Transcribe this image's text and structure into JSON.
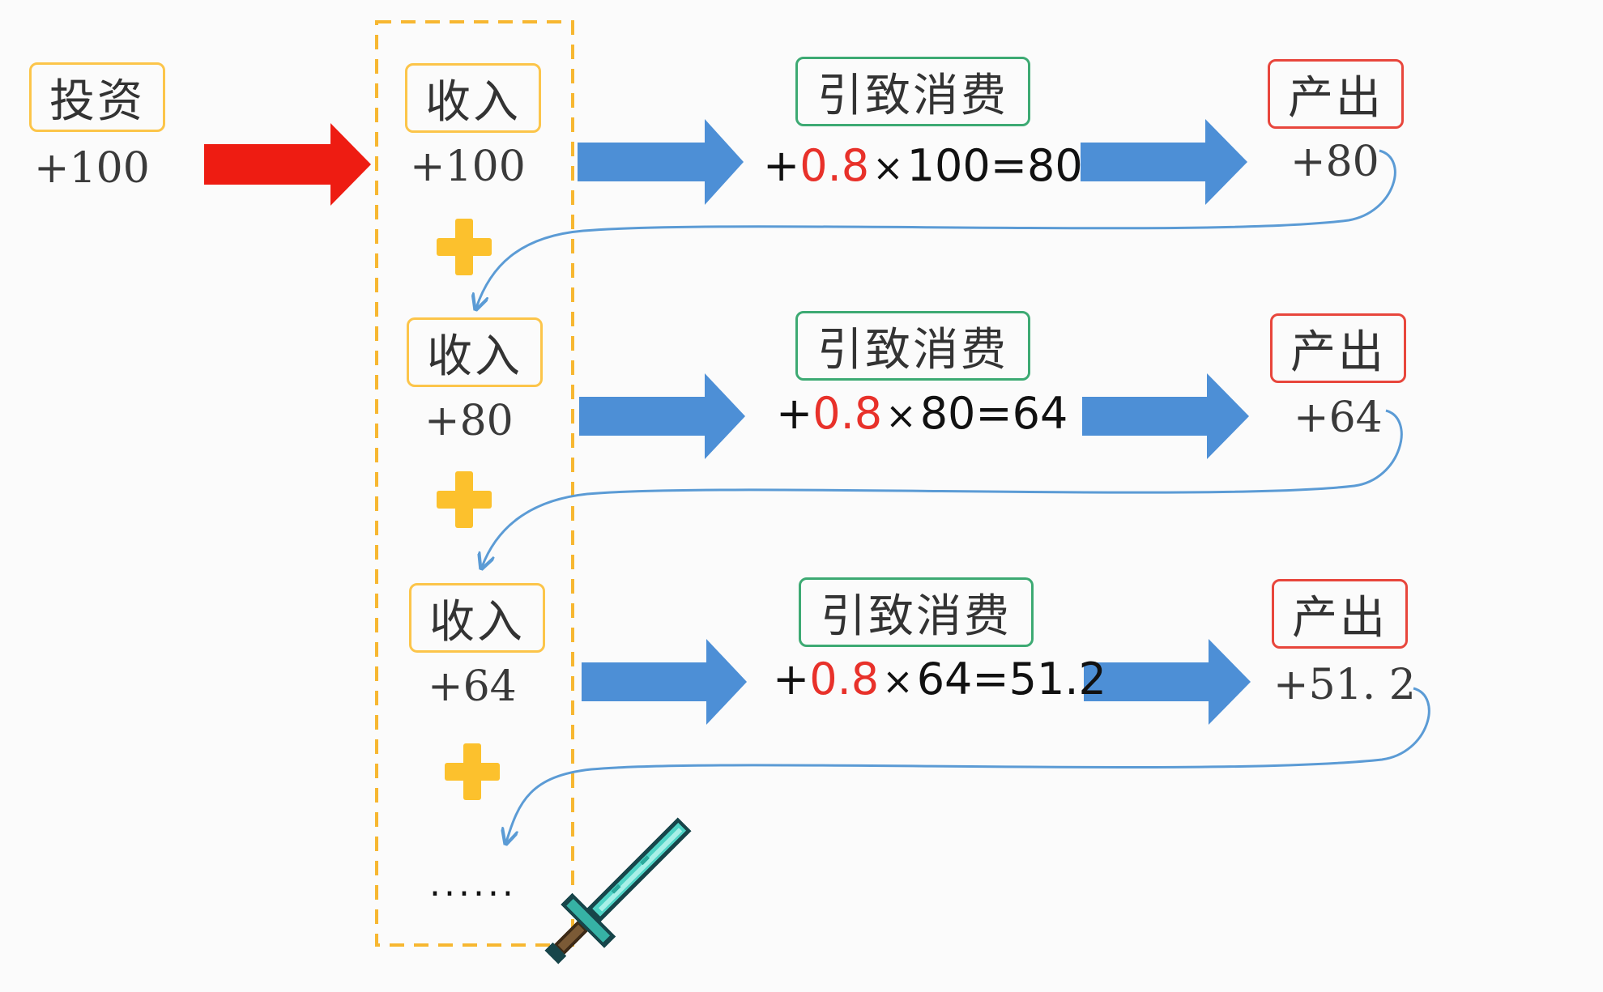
{
  "investment": {
    "label": "投资",
    "value": "+100"
  },
  "rounds": [
    {
      "income_label": "收入",
      "income_value": "+100",
      "consumption_label": "引致消费",
      "formula_prefix": "+",
      "coefficient": "0.8",
      "times": "×",
      "formula_rest": "100=80",
      "output_label": "产出",
      "output_value": "+80"
    },
    {
      "income_label": "收入",
      "income_value": "+80",
      "consumption_label": "引致消费",
      "formula_prefix": "+",
      "coefficient": "0.8",
      "times": "×",
      "formula_rest": "80=64",
      "output_label": "产出",
      "output_value": "+64"
    },
    {
      "income_label": "收入",
      "income_value": "+64",
      "consumption_label": "引致消费",
      "formula_prefix": "+",
      "coefficient": "0.8",
      "times": "×",
      "formula_rest": "64=51.2",
      "output_label": "产出",
      "output_value": "+51. 2"
    }
  ],
  "continuation": "......",
  "colors": {
    "investment_arrow": "#ee1c12",
    "flow_arrow": "#4d8fd6",
    "feedback_curve": "#5b9bd5",
    "plus_sign": "#fcc12d",
    "income_dashed_border": "#f7b731",
    "income_box_border": "#fcc54a",
    "consumption_box_border": "#3daa73",
    "output_box_border": "#e8463c",
    "coefficient_text": "#e8312a"
  },
  "icons": {
    "investment_arrow": "red-right-arrow-icon",
    "flow_arrow": "blue-right-arrow-icon",
    "plus": "plus-icon",
    "feedback": "curved-return-arrow-icon",
    "decoration": "pixel-diamond-sword-icon"
  }
}
